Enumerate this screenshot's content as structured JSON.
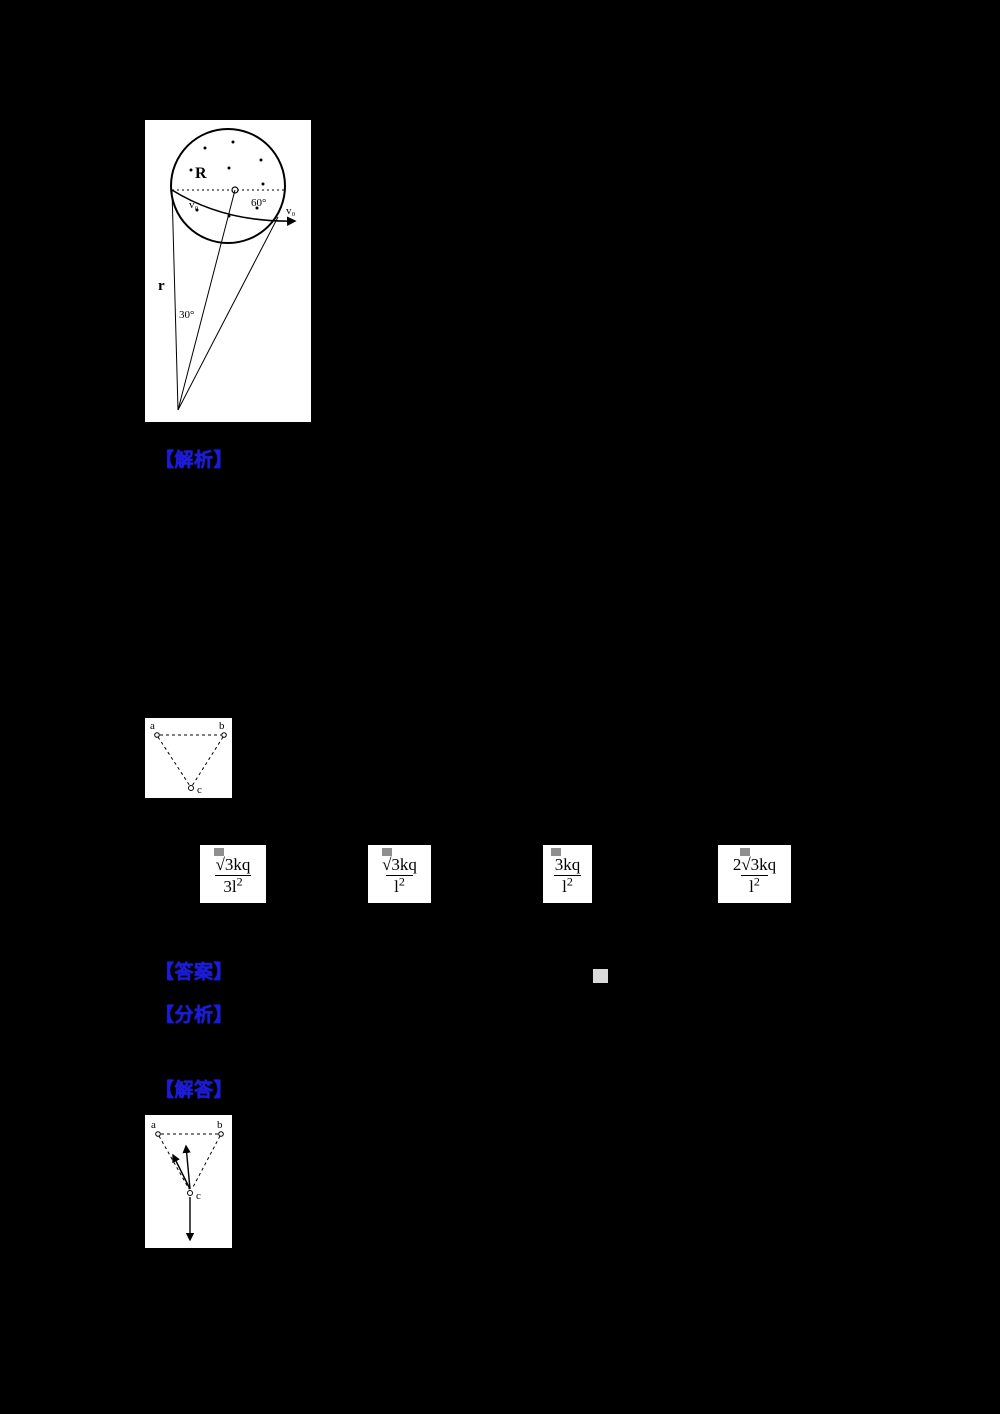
{
  "page": {
    "background": "#000000"
  },
  "figure1": {
    "labels": {
      "R": "R",
      "v0_left": "v₀",
      "v0_right": "v₀",
      "deg60": "60°",
      "deg30": "30°",
      "r": "r"
    }
  },
  "figure2": {
    "labels": {
      "a": "a",
      "b": "b",
      "c": "c"
    }
  },
  "figure3": {
    "labels": {
      "a": "a",
      "b": "b",
      "c": "c"
    }
  },
  "headings": {
    "analysis1": "【解析】",
    "answer": "【答案】",
    "analysis2": "【分析】",
    "solution": "【解答】"
  },
  "options": [
    {
      "num": "√3kq",
      "den_base": "3l",
      "den_sup": "2"
    },
    {
      "num": "√3kq",
      "den_base": "l",
      "den_sup": "2"
    },
    {
      "num": "3kq",
      "den_base": "l",
      "den_sup": "2"
    },
    {
      "num": "2√3kq",
      "den_base": "l",
      "den_sup": "2"
    }
  ]
}
